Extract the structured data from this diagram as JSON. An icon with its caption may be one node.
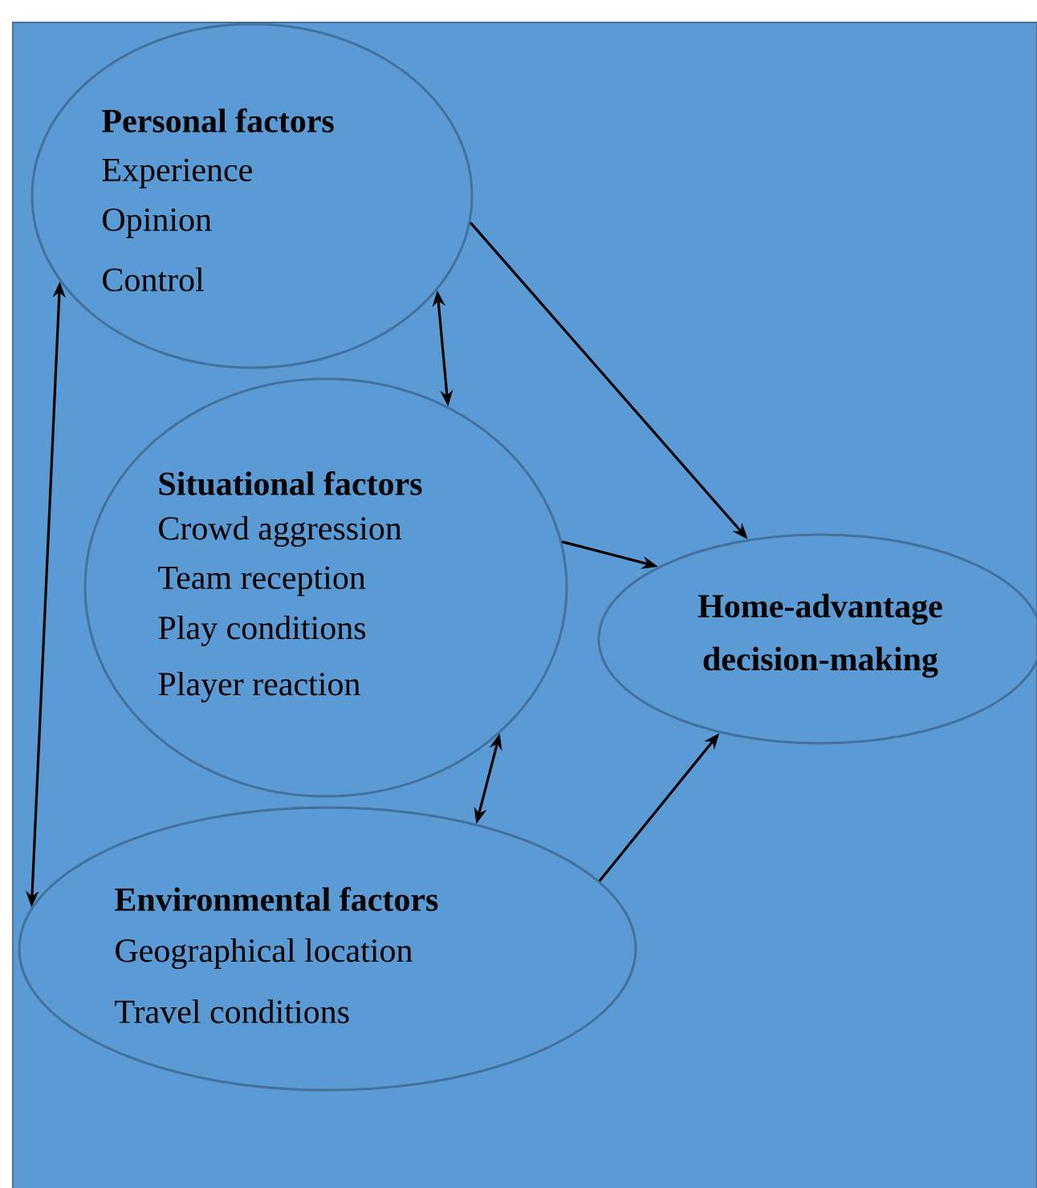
{
  "diagram": {
    "nodes": [
      {
        "text": [
          "Personal factors",
          "Experience",
          "Opinion",
          "Control"
        ]
      },
      {
        "text": [
          "Situational factors",
          "Crowd aggression",
          "Team reception",
          "Play conditions",
          "Player reaction"
        ]
      },
      {
        "text": [
          "Home-advantage decision-making"
        ]
      },
      {
        "text": [
          "Environmental factors",
          "Geographical location",
          "Travel conditions"
        ]
      }
    ],
    "edges": [
      {
        "from": 0,
        "to": 2,
        "arrow": "to"
      },
      {
        "from": 0,
        "to": 1,
        "arrow": "both"
      },
      {
        "from": 1,
        "to": 2,
        "arrow": "to"
      },
      {
        "from": 1,
        "to": 3,
        "arrow": "both"
      },
      {
        "from": 3,
        "to": 2,
        "arrow": "to"
      },
      {
        "from": 0,
        "to": 3,
        "arrow": "both"
      }
    ]
  }
}
